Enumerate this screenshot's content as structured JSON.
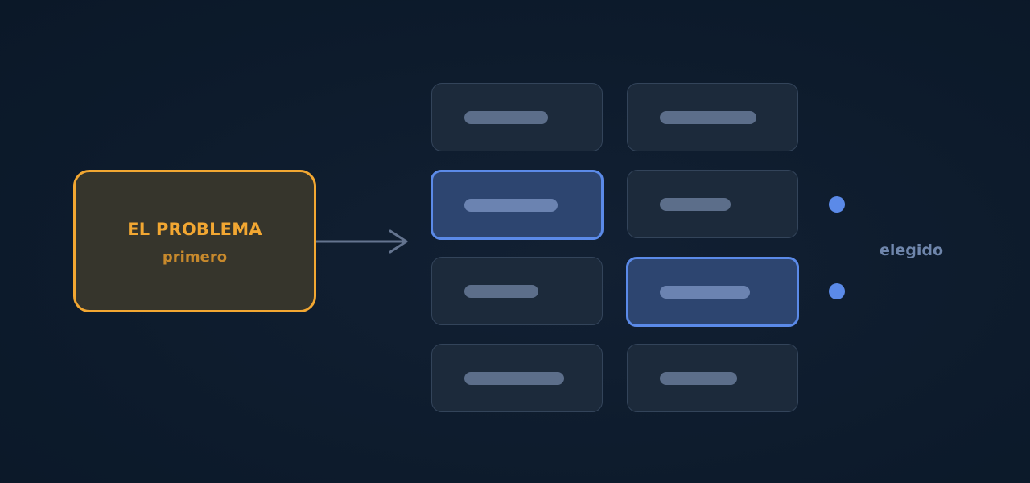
{
  "problem": {
    "title": "EL PROBLEMA",
    "subtitle": "primero"
  },
  "options": {
    "columns": 2,
    "rows": 4,
    "chosen": [
      {
        "row": 2,
        "column": 1
      },
      {
        "row": 3,
        "column": 2
      }
    ]
  },
  "chosen_label": "elegido",
  "colors": {
    "problem_accent": "#f2a732",
    "chosen_accent": "#5b8ae8",
    "card_background": "#1c2a3b",
    "page_background": "#0d1b2c"
  }
}
